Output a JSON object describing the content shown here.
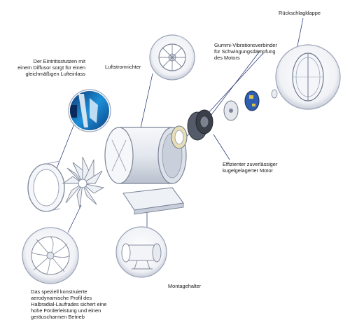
{
  "labels": {
    "rueckschlagklappe": "Rückschlagklappe",
    "gummi": [
      "Gummi-Vibrationsverbinder",
      "für Schwingungsdämpfung",
      "des Motors"
    ],
    "luftstromrichter": "Luftstromrichter",
    "eintrittsstutzen": [
      "Der Eintrittsstutzen mit",
      "einem Diffusor sorgt für einen",
      "gleichmäßigen Lufteinlass"
    ],
    "motor": [
      "Effizienter zuverlässiger",
      "kugelgelagerter Motor"
    ],
    "montagehalter": "Montagehalter",
    "laufrad": [
      "Das speziell konstruierte",
      "aerodynamische Profil des",
      "Halbradial-Laufrades sichert eine",
      "hohe Förderleistung und einen",
      "geräuscharmen Betrieb"
    ]
  },
  "colors": {
    "callout_line": "#1c2c6e",
    "circle_ring": "#9aa3b8",
    "part_fill": "#eef1f6",
    "part_stroke": "#7c8598",
    "accent_blue": "#1d8fd8",
    "motor_dark": "#3a3f4a"
  }
}
